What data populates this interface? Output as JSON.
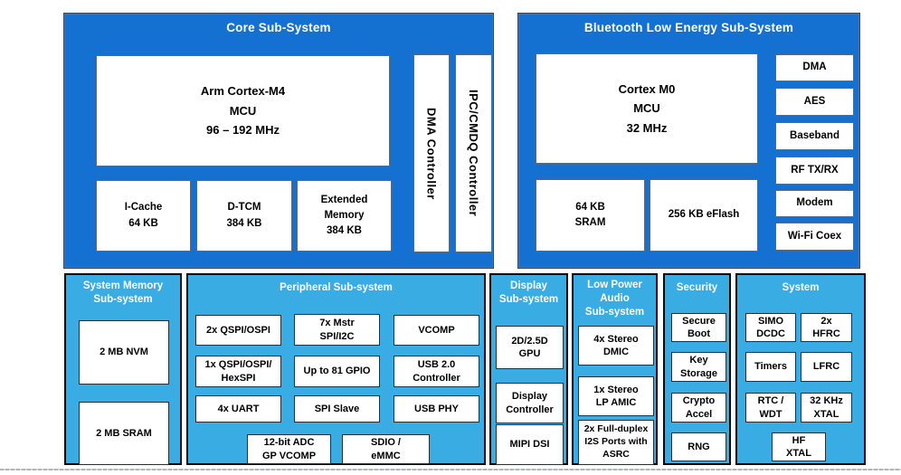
{
  "colors": {
    "dark_blue": "#1571d1",
    "light_blue": "#39ace4",
    "box_bg": "#ffffff",
    "title_text": "#ffffff"
  },
  "core": {
    "title": "Core Sub-System",
    "mcu": "Arm Cortex-M4\nMCU\n96 – 192 MHz",
    "mem": [
      "I-Cache\n64 KB",
      "D-TCM\n384 KB",
      "Extended\nMemory\n384 KB"
    ],
    "controllers": [
      "DMA Controller",
      "IPC/CMDQ Controller"
    ]
  },
  "ble": {
    "title": "Bluetooth Low Energy Sub-System",
    "mcu": "Cortex M0\nMCU\n32 MHz",
    "mem": [
      "64 KB\nSRAM",
      "256 KB eFlash"
    ],
    "blocks": [
      "DMA",
      "AES",
      "Baseband",
      "RF TX/RX",
      "Modem",
      "Wi-Fi Coex"
    ]
  },
  "system_memory": {
    "title": "System Memory\nSub-system",
    "blocks": [
      "2 MB NVM",
      "2 MB SRAM"
    ]
  },
  "peripheral": {
    "title": "Peripheral Sub-system",
    "blocks": [
      "2x QSPI/OSPI",
      "7x Mstr\nSPI/I2C",
      "VCOMP",
      "1x QSPI/OSPI/\nHexSPI",
      "Up to 81 GPIO",
      "USB 2.0\nController",
      "4x UART",
      "SPI Slave",
      "USB PHY",
      "12-bit ADC\nGP VCOMP",
      "SDIO /\neMMC"
    ]
  },
  "display": {
    "title": "Display\nSub-system",
    "blocks": [
      "2D/2.5D\nGPU",
      "Display\nController",
      "MIPI DSI"
    ]
  },
  "audio": {
    "title": "Low Power\nAudio\nSub-system",
    "blocks": [
      "4x Stereo\nDMIC",
      "1x Stereo\nLP AMIC",
      "2x Full-duplex\nI2S Ports with\nASRC"
    ]
  },
  "security": {
    "title": "Security",
    "blocks": [
      "Secure\nBoot",
      "Key\nStorage",
      "Crypto\nAccel",
      "RNG"
    ]
  },
  "system": {
    "title": "System",
    "blocks": [
      "SIMO\nDCDC",
      "2x\nHFRC",
      "Timers",
      "LFRC",
      "RTC /\nWDT",
      "32 KHz\nXTAL",
      "HF\nXTAL"
    ]
  }
}
